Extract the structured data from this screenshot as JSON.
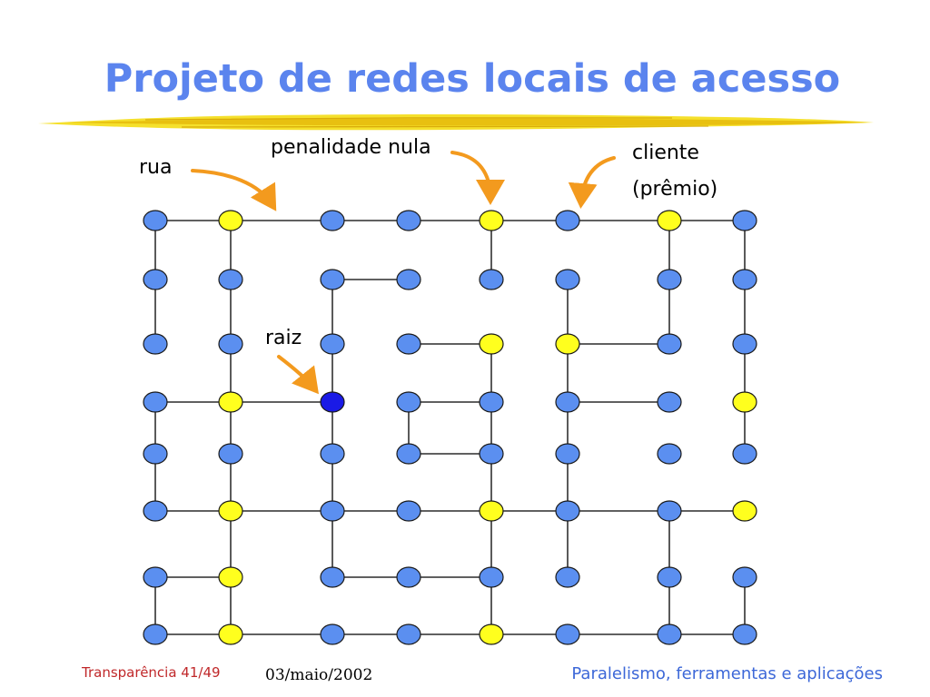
{
  "title": "Projeto de redes locais de acesso",
  "labels": {
    "rua": "rua",
    "penalidade": "penalidade nula",
    "cliente": "cliente",
    "premio": "(prêmio)",
    "raiz": "raiz"
  },
  "footer": {
    "slide": "Transparência 41/49",
    "date": "03/maio/2002",
    "course": "Paralelismo, ferramentas e aplicações"
  },
  "colors": {
    "title": "#5b84ee",
    "node_blue": "#5b8ff0",
    "node_yellow": "#ffff1e",
    "node_root": "#1a1ae6",
    "arrow": "#f39a1e",
    "edge": "#000000"
  },
  "graph": {
    "cols": 8,
    "rows": 8,
    "yellow_nodes": [
      [
        1,
        0
      ],
      [
        4,
        0
      ],
      [
        6,
        0
      ],
      [
        4,
        2
      ],
      [
        5,
        2
      ],
      [
        1,
        3
      ],
      [
        7,
        3
      ],
      [
        1,
        5
      ],
      [
        4,
        5
      ],
      [
        7,
        5
      ],
      [
        1,
        6
      ],
      [
        1,
        7
      ],
      [
        4,
        7
      ]
    ],
    "root_node": [
      2,
      3
    ],
    "edges": [
      [
        [
          0,
          0
        ],
        [
          1,
          0
        ]
      ],
      [
        [
          1,
          0
        ],
        [
          2,
          0
        ]
      ],
      [
        [
          2,
          0
        ],
        [
          3,
          0
        ]
      ],
      [
        [
          3,
          0
        ],
        [
          4,
          0
        ]
      ],
      [
        [
          4,
          0
        ],
        [
          5,
          0
        ]
      ],
      [
        [
          5,
          0
        ],
        [
          6,
          0
        ]
      ],
      [
        [
          6,
          0
        ],
        [
          7,
          0
        ]
      ],
      [
        [
          0,
          0
        ],
        [
          0,
          1
        ]
      ],
      [
        [
          0,
          1
        ],
        [
          0,
          2
        ]
      ],
      [
        [
          1,
          0
        ],
        [
          1,
          1
        ]
      ],
      [
        [
          1,
          1
        ],
        [
          1,
          2
        ]
      ],
      [
        [
          1,
          2
        ],
        [
          1,
          3
        ]
      ],
      [
        [
          1,
          3
        ],
        [
          1,
          4
        ]
      ],
      [
        [
          1,
          4
        ],
        [
          1,
          5
        ]
      ],
      [
        [
          1,
          5
        ],
        [
          1,
          6
        ]
      ],
      [
        [
          1,
          6
        ],
        [
          1,
          7
        ]
      ],
      [
        [
          0,
          3
        ],
        [
          1,
          3
        ]
      ],
      [
        [
          1,
          3
        ],
        [
          2,
          3
        ]
      ],
      [
        [
          2,
          1
        ],
        [
          3,
          1
        ]
      ],
      [
        [
          2,
          1
        ],
        [
          2,
          2
        ]
      ],
      [
        [
          2,
          2
        ],
        [
          2,
          3
        ]
      ],
      [
        [
          2,
          3
        ],
        [
          2,
          4
        ]
      ],
      [
        [
          2,
          4
        ],
        [
          2,
          5
        ]
      ],
      [
        [
          3,
          2
        ],
        [
          4,
          2
        ]
      ],
      [
        [
          3,
          3
        ],
        [
          4,
          3
        ]
      ],
      [
        [
          3,
          3
        ],
        [
          3,
          4
        ]
      ],
      [
        [
          3,
          4
        ],
        [
          4,
          4
        ]
      ],
      [
        [
          4,
          0
        ],
        [
          4,
          1
        ]
      ],
      [
        [
          4,
          2
        ],
        [
          4,
          3
        ]
      ],
      [
        [
          4,
          3
        ],
        [
          4,
          4
        ]
      ],
      [
        [
          4,
          4
        ],
        [
          4,
          5
        ]
      ],
      [
        [
          4,
          5
        ],
        [
          4,
          6
        ]
      ],
      [
        [
          4,
          6
        ],
        [
          4,
          7
        ]
      ],
      [
        [
          5,
          1
        ],
        [
          5,
          2
        ]
      ],
      [
        [
          5,
          2
        ],
        [
          5,
          3
        ]
      ],
      [
        [
          5,
          3
        ],
        [
          5,
          4
        ]
      ],
      [
        [
          5,
          4
        ],
        [
          5,
          5
        ]
      ],
      [
        [
          5,
          5
        ],
        [
          5,
          6
        ]
      ],
      [
        [
          5,
          2
        ],
        [
          6,
          2
        ]
      ],
      [
        [
          5,
          3
        ],
        [
          6,
          3
        ]
      ],
      [
        [
          6,
          0
        ],
        [
          6,
          1
        ]
      ],
      [
        [
          6,
          1
        ],
        [
          6,
          2
        ]
      ],
      [
        [
          7,
          0
        ],
        [
          7,
          1
        ]
      ],
      [
        [
          7,
          1
        ],
        [
          7,
          2
        ]
      ],
      [
        [
          7,
          2
        ],
        [
          7,
          3
        ]
      ],
      [
        [
          7,
          3
        ],
        [
          7,
          4
        ]
      ],
      [
        [
          0,
          3
        ],
        [
          0,
          4
        ]
      ],
      [
        [
          0,
          4
        ],
        [
          0,
          5
        ]
      ],
      [
        [
          0,
          5
        ],
        [
          1,
          5
        ]
      ],
      [
        [
          1,
          5
        ],
        [
          2,
          5
        ]
      ],
      [
        [
          2,
          5
        ],
        [
          3,
          5
        ]
      ],
      [
        [
          3,
          5
        ],
        [
          4,
          5
        ]
      ],
      [
        [
          4,
          5
        ],
        [
          5,
          5
        ]
      ],
      [
        [
          5,
          5
        ],
        [
          6,
          5
        ]
      ],
      [
        [
          6,
          5
        ],
        [
          7,
          5
        ]
      ],
      [
        [
          2,
          5
        ],
        [
          2,
          6
        ]
      ],
      [
        [
          2,
          6
        ],
        [
          3,
          6
        ]
      ],
      [
        [
          3,
          6
        ],
        [
          4,
          6
        ]
      ],
      [
        [
          0,
          6
        ],
        [
          1,
          6
        ]
      ],
      [
        [
          0,
          6
        ],
        [
          0,
          7
        ]
      ],
      [
        [
          0,
          7
        ],
        [
          1,
          7
        ]
      ],
      [
        [
          1,
          7
        ],
        [
          2,
          7
        ]
      ],
      [
        [
          2,
          7
        ],
        [
          3,
          7
        ]
      ],
      [
        [
          3,
          7
        ],
        [
          4,
          7
        ]
      ],
      [
        [
          4,
          7
        ],
        [
          5,
          7
        ]
      ],
      [
        [
          5,
          7
        ],
        [
          6,
          7
        ]
      ],
      [
        [
          6,
          7
        ],
        [
          7,
          7
        ]
      ],
      [
        [
          6,
          5
        ],
        [
          6,
          6
        ]
      ],
      [
        [
          6,
          6
        ],
        [
          6,
          7
        ]
      ],
      [
        [
          7,
          6
        ],
        [
          7,
          7
        ]
      ]
    ]
  }
}
